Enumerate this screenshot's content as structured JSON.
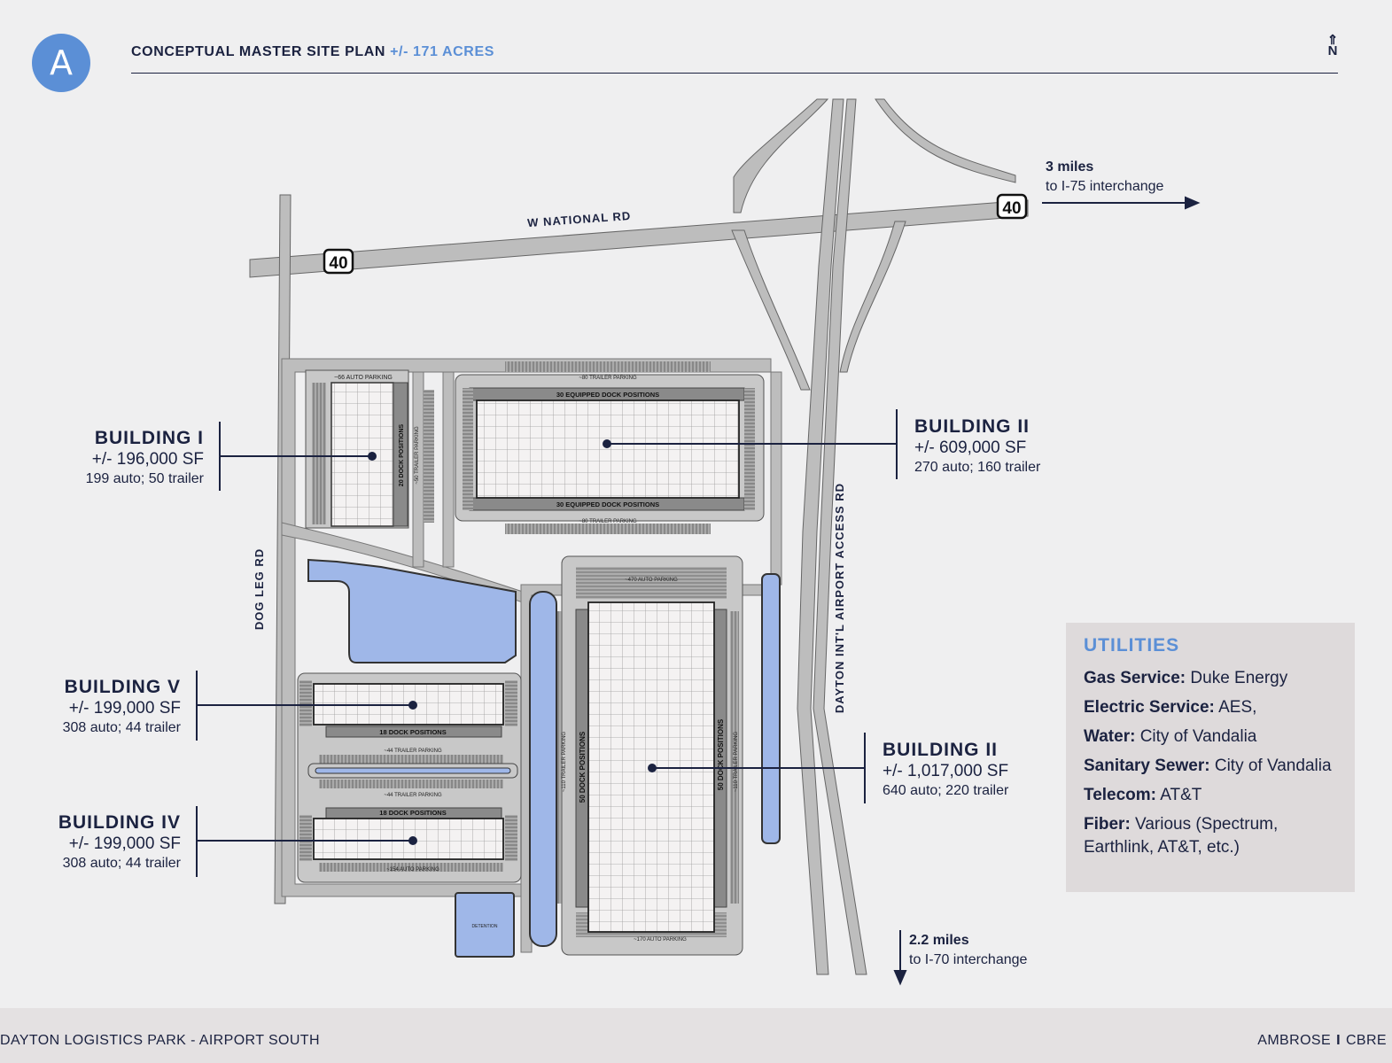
{
  "header": {
    "logo_letter": "A",
    "title": "CONCEPTUAL MASTER SITE PLAN",
    "title_accent": "+/- 171 ACRES",
    "north_arrow": "⇑",
    "north_label": "N"
  },
  "roads": {
    "national": "W NATIONAL RD",
    "dog_leg": "DOG LEG RD",
    "airport_access": "DAYTON INT'L AIRPORT ACCESS RD",
    "route_shield": "40"
  },
  "distances": {
    "i75": {
      "miles": "3 miles",
      "to": "to I-75 interchange"
    },
    "i70": {
      "miles": "2.2 miles",
      "to": "to I-70 interchange"
    }
  },
  "buildings": {
    "b1": {
      "name": "BUILDING I",
      "area": "+/- 196,000 SF",
      "parking": "199 auto; 50 trailer"
    },
    "b2_north": {
      "name": "BUILDING II",
      "area": "+/- 609,000 SF",
      "parking": "270 auto; 160 trailer"
    },
    "b2_south": {
      "name": "BUILDING II",
      "area": "+/- 1,017,000 SF",
      "parking": "640 auto; 220 trailer"
    },
    "b5": {
      "name": "BUILDING V",
      "area": "+/- 199,000 SF",
      "parking": "308 auto; 44 trailer"
    },
    "b4": {
      "name": "BUILDING IV",
      "area": "+/- 199,000 SF",
      "parking": "308 auto; 44 trailer"
    }
  },
  "map_labels": {
    "north_trailer_top": "~80 TRAILER PARKING",
    "north_dock_top": "30 EQUIPPED DOCK POSITIONS",
    "north_dock_bottom": "30 EQUIPPED DOCK POSITIONS",
    "north_trailer_bottom": "~80 TRAILER PARKING",
    "b1_auto": "~66 AUTO PARKING",
    "b1_dock": "20 DOCK POSITIONS",
    "b1_trailer": "~50 TRAILER PARKING",
    "south_auto_top": "~470 AUTO PARKING",
    "south_dock_left": "50 DOCK POSITIONS",
    "south_dock_right": "50 DOCK POSITIONS",
    "south_trailer_left": "~110 TRAILER PARKING",
    "south_trailer_right": "~110 TRAILER PARKING",
    "south_auto_bottom": "~170 AUTO PARKING",
    "b5_dock": "18 DOCK POSITIONS",
    "b5_trailer": "~44 TRAILER PARKING",
    "b4_trailer": "~44 TRAILER PARKING",
    "b4_dock": "18 DOCK POSITIONS",
    "b4_auto": "~154 AUTO PARKING",
    "detention": "DETENTION"
  },
  "utilities": {
    "title": "UTILITIES",
    "rows": [
      {
        "label": "Gas Service:",
        "value": " Duke Energy"
      },
      {
        "label": "Electric Service:",
        "value": " AES,"
      },
      {
        "label": "Water:",
        "value": " City of Vandalia"
      },
      {
        "label": "Sanitary Sewer:",
        "value": " City of Vandalia"
      },
      {
        "label": "Telecom:",
        "value": " AT&T"
      },
      {
        "label": "Fiber:",
        "value": " Various (Spectrum, Earthlink, AT&T, etc.)"
      }
    ]
  },
  "footer": {
    "left": "DAYTON LOGISTICS PARK - AIRPORT SOUTH",
    "right_a": "AMBROSE",
    "sep": "I",
    "right_b": "CBRE"
  },
  "colors": {
    "navy": "#1b2240",
    "accent_blue": "#5b8fd6",
    "water": "#9fb7e8",
    "road": "#bdbdbd",
    "lot": "#c8c8c8",
    "background": "#efeff0"
  }
}
